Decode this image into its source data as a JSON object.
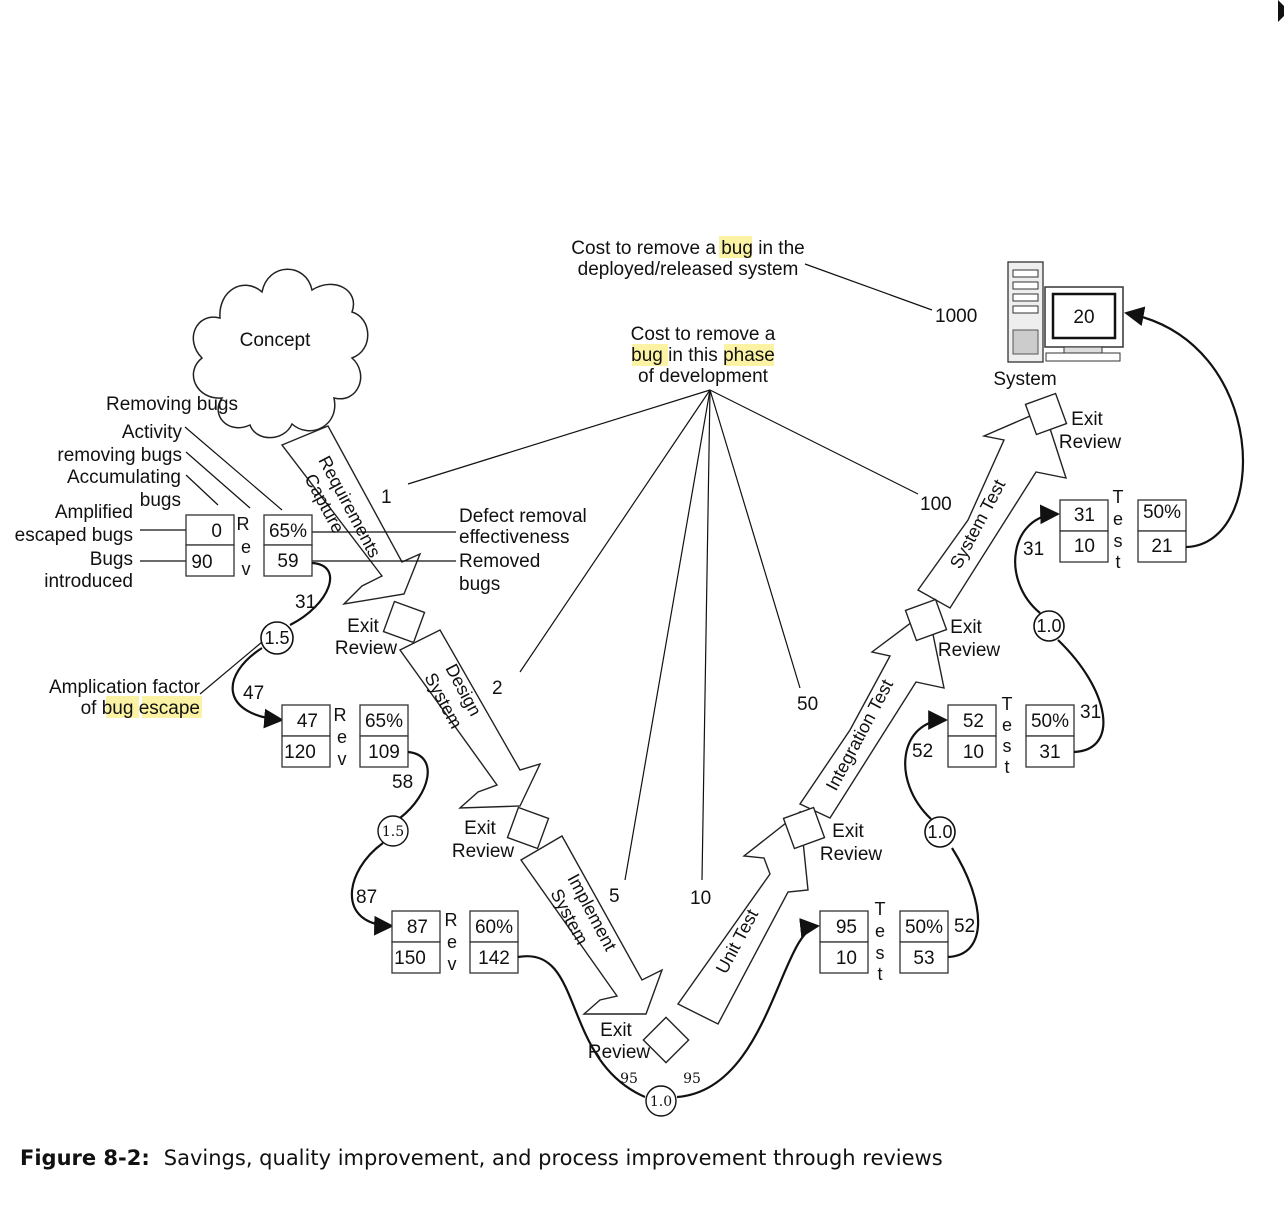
{
  "cost_deployed": {
    "line1": "Cost to remove a",
    "bug": "bug",
    "line1_end": "in the",
    "line2": "deployed/released system",
    "value": "1000"
  },
  "cost_phase": {
    "line1": "Cost to remove a",
    "bug": "bug",
    "in_this": "in this",
    "phase": "phase",
    "line3": "of development"
  },
  "phase_costs": [
    "1",
    "2",
    "5",
    "10",
    "50",
    "100"
  ],
  "concept": "Concept",
  "system": {
    "label": "System",
    "screen": "20"
  },
  "legend": {
    "removing_bugs": "Removing bugs",
    "activity": "Activity",
    "removing_bugs2": "removing bugs",
    "accumulating": "Accumulating",
    "bugs": "bugs",
    "amplified": "Amplified",
    "escaped_bugs": "escaped bugs",
    "bugs_word": "Bugs",
    "introduced": "introduced",
    "defect1": "Defect removal",
    "defect2": "effectiveness",
    "removed1": "Removed",
    "removed2": "bugs",
    "ampl1": "Amplication factor",
    "ampl_of": "of",
    "ampl_bug": "bug",
    "ampl_escape": "escape"
  },
  "phases": {
    "req1": "Requirements",
    "req2": "Capture",
    "des1": "Design",
    "des2": "System",
    "imp1": "Implement",
    "imp2": "System",
    "unit": "Unit Test",
    "integ": "Integration Test",
    "systest": "System Test"
  },
  "exit": {
    "line1": "Exit",
    "line2": "Review"
  },
  "rev": {
    "r": "R",
    "e": "e",
    "v": "v"
  },
  "test": {
    "t": "T",
    "e": "e",
    "s": "s",
    "t2": "t"
  },
  "stages": {
    "req": {
      "accum": "0",
      "intro": "90",
      "eff": "65%",
      "removed": "59",
      "escaped": "31",
      "factor": "1.5",
      "amplified": "47"
    },
    "des": {
      "accum": "47",
      "intro": "120",
      "eff": "65%",
      "removed": "109",
      "escaped": "58",
      "factor": "1.5",
      "amplified": "87"
    },
    "imp": {
      "accum": "87",
      "intro": "150",
      "eff": "60%",
      "removed": "142",
      "escaped": "95",
      "factor": "1.0",
      "amplified": "95"
    },
    "unit": {
      "accum": "95",
      "intro": "10",
      "eff": "50%",
      "removed": "53",
      "escaped": "52",
      "factor": "1.0",
      "amplified": "52"
    },
    "integ": {
      "accum": "52",
      "intro": "10",
      "eff": "50%",
      "removed": "31",
      "escaped": "31",
      "factor": "1.0",
      "amplified": "31"
    },
    "sys": {
      "accum": "31",
      "intro": "10",
      "eff": "50%",
      "removed": "21"
    }
  },
  "caption": {
    "label": "Figure 8-2:",
    "text": "Savings, quality improvement, and process improvement through reviews"
  }
}
